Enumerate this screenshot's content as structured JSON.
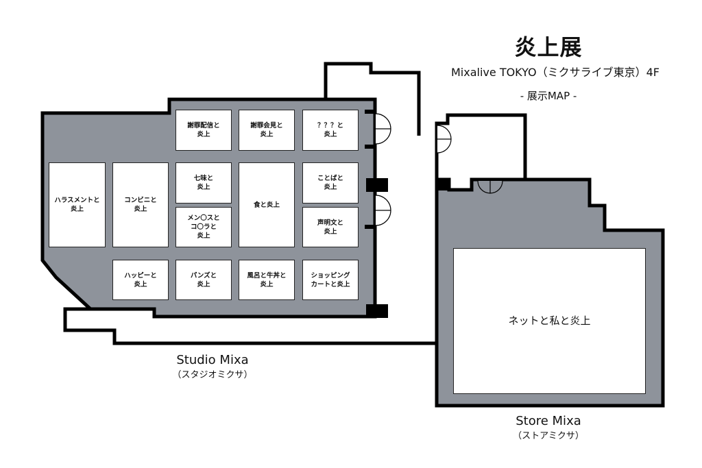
{
  "header": {
    "title": "炎上展",
    "venue": "Mixalive TOKYO（ミクサライブ東京）4F",
    "map_label": "- 展示MAP -"
  },
  "colors": {
    "floor": "#8e939b",
    "wall": "#000000",
    "booth": "#ffffff"
  },
  "booths": [
    {
      "id": "shazai-haishin",
      "label": "謝罪配信と\n炎上"
    },
    {
      "id": "shazai-kaiken",
      "label": "謝罪会見と\n炎上"
    },
    {
      "id": "unknown",
      "label": "？？？と\n炎上"
    },
    {
      "id": "harassment",
      "label": "ハラスメントと\n炎上"
    },
    {
      "id": "konbini",
      "label": "コンビニと\n炎上"
    },
    {
      "id": "shichimi",
      "label": "七味と\n炎上"
    },
    {
      "id": "mentos-cola",
      "label": "メン〇スと\nコ〇ラと\n炎上"
    },
    {
      "id": "food",
      "label": "食と炎上"
    },
    {
      "id": "kotoba",
      "label": "ことばと\n炎上"
    },
    {
      "id": "seimeibun",
      "label": "声明文と\n炎上"
    },
    {
      "id": "happy",
      "label": "ハッピーと\n炎上"
    },
    {
      "id": "pants",
      "label": "パンズと\n炎上"
    },
    {
      "id": "furo-gyudon",
      "label": "風呂と牛丼と\n炎上"
    },
    {
      "id": "shopping-cart",
      "label": "ショッピング\nカートと炎上"
    },
    {
      "id": "net",
      "label": "ネットと私と炎上"
    }
  ],
  "areas": {
    "studio": {
      "name": "Studio Mixa",
      "kana": "（スタジオミクサ）"
    },
    "store": {
      "name": "Store Mixa",
      "kana": "（ストアミクサ）"
    }
  }
}
